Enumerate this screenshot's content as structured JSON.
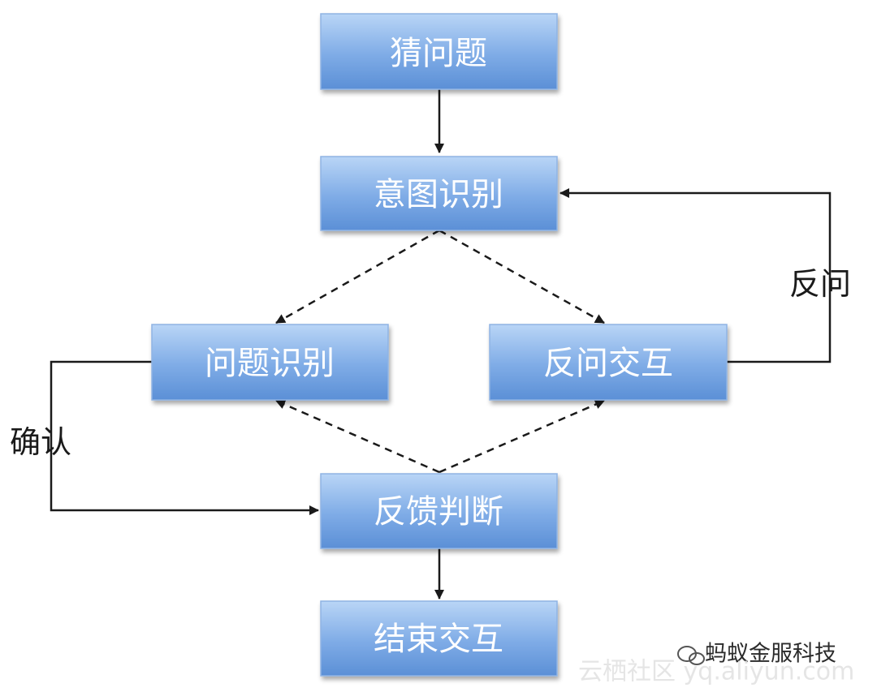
{
  "nodes": {
    "guess": "猜问题",
    "intent": "意图识别",
    "question": "问题识别",
    "clarify": "反问交互",
    "feedback": "反馈判断",
    "end": "结束交互"
  },
  "edge_labels": {
    "confirm": "确认",
    "ask_back": "反问"
  },
  "watermark": {
    "brand": "蚂蚁金服科技",
    "site": "云栖社区 yq.aliyun.com"
  },
  "colors": {
    "box_top": "#b7d4f5",
    "box_bottom": "#5e93d9",
    "box_border": "#8fb3e3",
    "arrow": "#1a1a1a"
  }
}
